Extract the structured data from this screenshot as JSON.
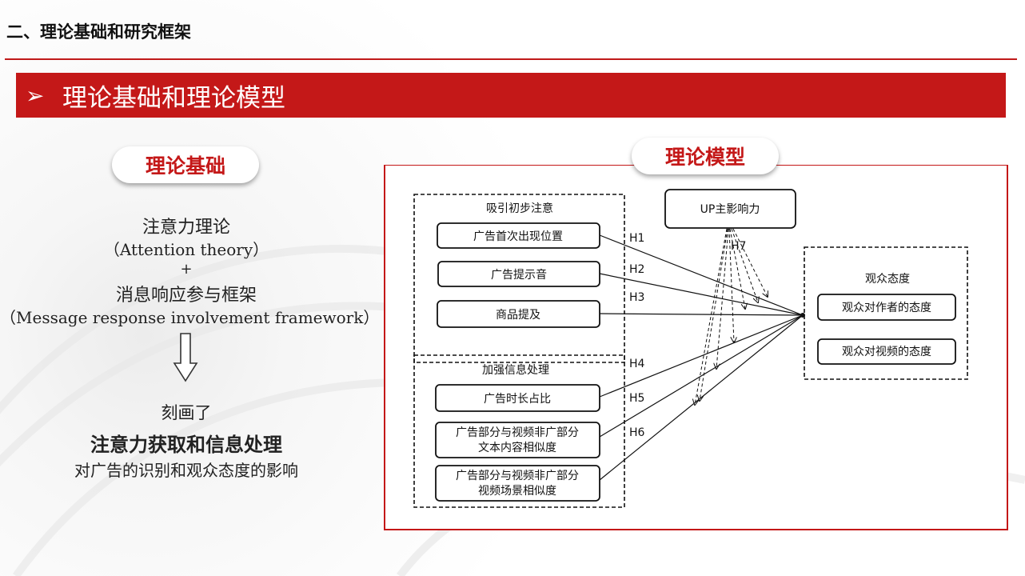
{
  "header": {
    "section_title": "二、理论基础和研究框架",
    "banner_arrow": "➢",
    "banner_title": "理论基础和理论模型"
  },
  "left": {
    "pill_label": "理论基础",
    "theory1_cn": "注意力理论",
    "theory1_en": "（Attention theory）",
    "plus": "+",
    "theory2_cn": "消息响应参与框架",
    "theory2_en": "（Message response involvement framework）",
    "carved": "刻画了",
    "focus": "注意力获取和信息处理",
    "effect": "对广告的识别和观众态度的影响"
  },
  "model": {
    "pill_label": "理论模型",
    "group1_title": "吸引初步注意",
    "group1_items": [
      "广告首次出现位置",
      "广告提示音",
      "商品提及"
    ],
    "group2_title": "加强信息处理",
    "group2_item1": "广告时长占比",
    "group2_item2_line1": "广告部分与视频非广部分",
    "group2_item2_line2": "文本内容相似度",
    "group2_item3_line1": "广告部分与视频非广部分",
    "group2_item3_line2": "视频场景相似度",
    "moderator": "UP主影响力",
    "outcome_title": "观众态度",
    "outcome_items": [
      "观众对作者的态度",
      "观众对视频的态度"
    ],
    "hypotheses": [
      "H1",
      "H2",
      "H3",
      "H4",
      "H5",
      "H6",
      "H7"
    ]
  },
  "colors": {
    "accent": "#c41818"
  },
  "icons": {
    "banner": "arrowhead-bullet-icon",
    "down": "hollow-down-arrow-icon"
  }
}
